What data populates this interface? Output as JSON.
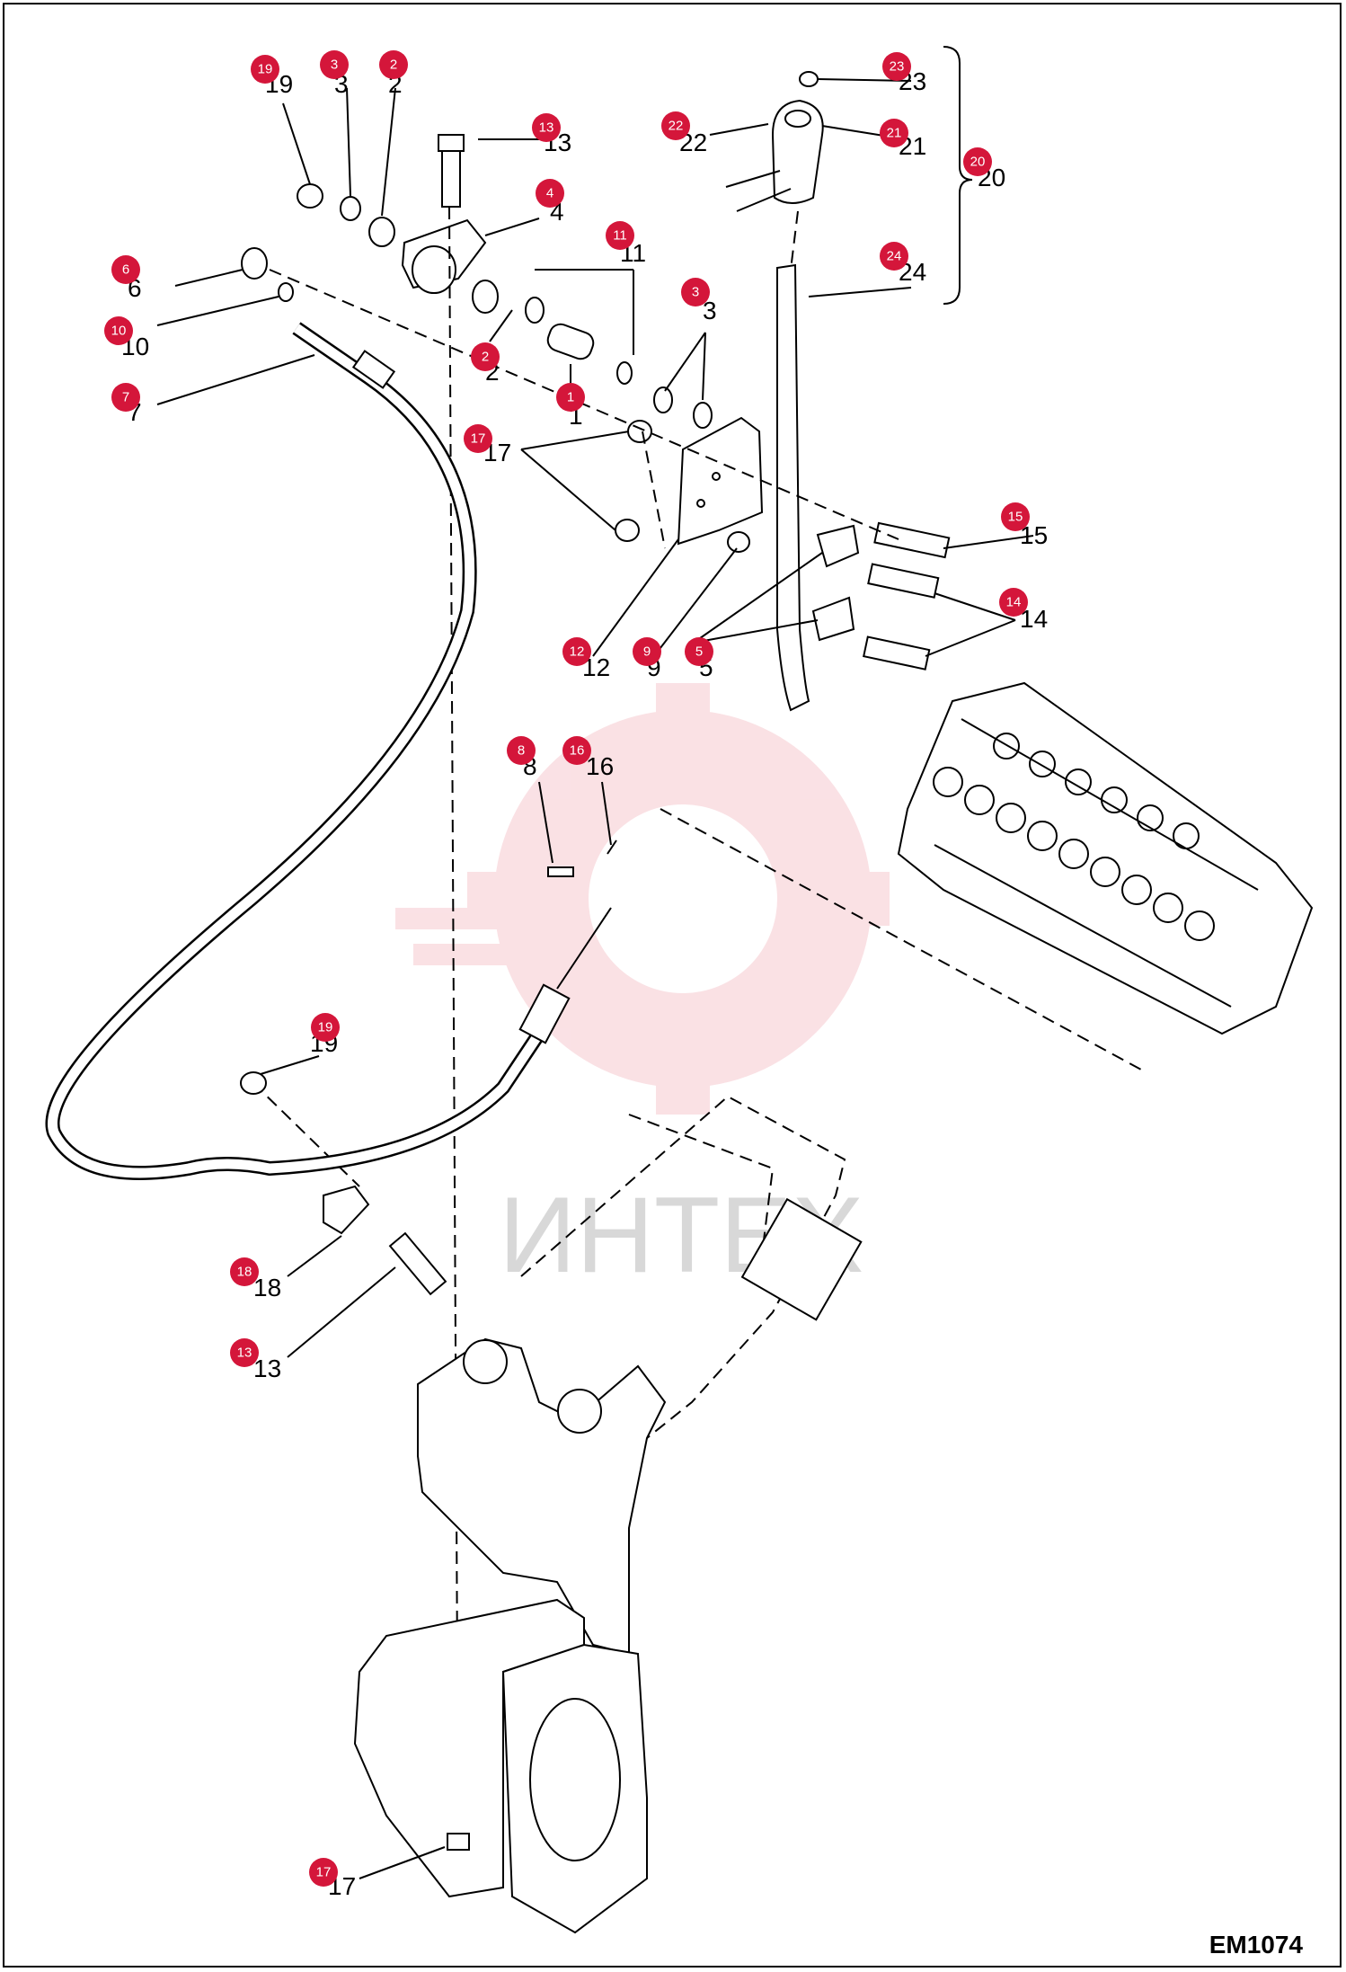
{
  "diagram_code": "EM1074",
  "watermark_text": "ИНТЕХ",
  "colors": {
    "badge": "#d4163a",
    "watermark": "#f6c9cf",
    "line": "#000000"
  },
  "callouts": [
    "1",
    "2",
    "3",
    "4",
    "5",
    "6",
    "7",
    "8",
    "9",
    "10",
    "11",
    "12",
    "13",
    "14",
    "15",
    "16",
    "17",
    "18",
    "19",
    "20",
    "21",
    "22",
    "23",
    "24"
  ]
}
